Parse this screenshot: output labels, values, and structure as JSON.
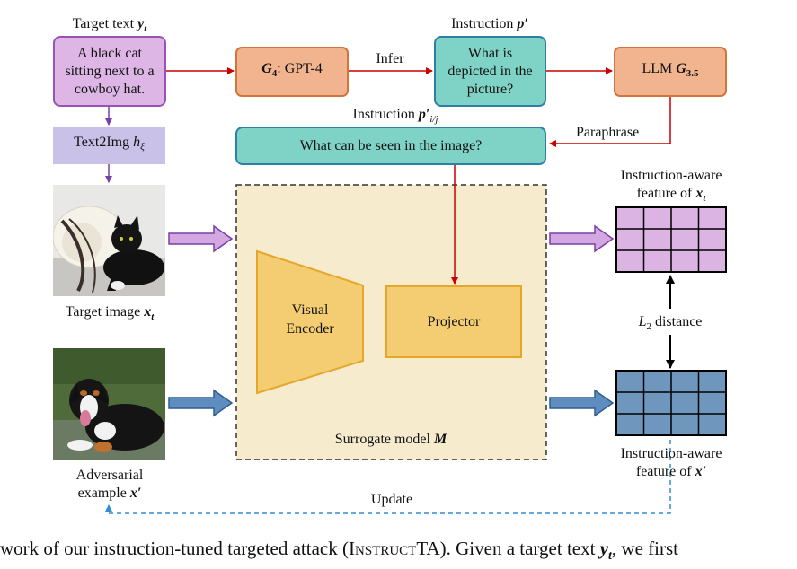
{
  "labels": {
    "target_text": "Target text",
    "target_text_sym": "y",
    "target_text_sub": "t",
    "instruction_p": "Instruction",
    "instruction_p_sym": "p′",
    "infer": "Infer",
    "instruction_pij": "Instruction",
    "instruction_pij_sym": "p′",
    "instruction_pij_sub": "i/j",
    "paraphrase": "Paraphrase",
    "target_image": "Target image",
    "target_image_sym": "x",
    "target_image_sub": "t",
    "adversarial_line1": "Adversarial",
    "adversarial_line2": "example",
    "adversarial_sym": "x′",
    "feature_t_line1": "Instruction-aware",
    "feature_t_line2": "feature of",
    "feature_t_sym": "x",
    "feature_t_sub": "t",
    "feature_adv_line1": "Instruction-aware",
    "feature_adv_line2": "feature of",
    "feature_adv_sym": "x′",
    "l2_sym": "L",
    "l2_sub": "2",
    "l2_text": "distance",
    "update": "Update",
    "surrogate": "Surrogate model",
    "surrogate_sym": "M"
  },
  "boxes": {
    "target_text": "A black cat sitting next to a cowboy hat.",
    "gpt4_sym": "G",
    "gpt4_sub": "4",
    "gpt4_text": ": GPT-4",
    "question": "What is depicted in the picture?",
    "llm_text": "LLM ",
    "llm_sym": "G",
    "llm_sub": "3.5",
    "paraphrased": "What can be seen in the image?",
    "text2img": "Text2Img ",
    "text2img_sym": "h",
    "text2img_sub": "ξ",
    "visual_encoder_line1": "Visual",
    "visual_encoder_line2": "Encoder",
    "projector": "Projector"
  },
  "caption": {
    "before": "work of our instruction-tuned targeted attack (I",
    "smallcaps": "nstruct",
    "after": "TA). Given a target text ",
    "sym": "y",
    "sub": "t",
    "tail": ", we first"
  },
  "colors": {
    "purple_fill": "#ddb6e6",
    "orange_fill": "#f1b48e",
    "teal_fill": "#7fd3c6",
    "lavender_fill": "#c9c1e8",
    "surrogate_fill": "#f7ebcd",
    "encoder_fill": "#f4cd72",
    "feature_t_fill": "#dcb4e4",
    "feature_adv_fill": "#6f97bd",
    "red_arrow": "#cc0000",
    "purple_arrow": "#7a3ea8",
    "blue_dashed": "#2f8fd0"
  }
}
